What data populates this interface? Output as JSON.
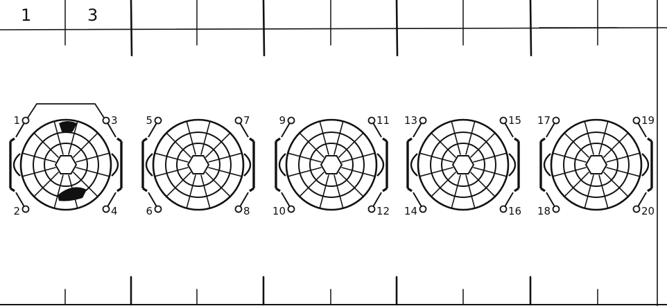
{
  "header": {
    "cells": [
      "1",
      "3"
    ]
  },
  "switches": [
    {
      "id": "1",
      "pins": [
        "1",
        "3",
        "2",
        "4"
      ],
      "bridge": true,
      "contacts_marked": true
    },
    {
      "id": "2",
      "pins": [
        "5",
        "7",
        "6",
        "8"
      ],
      "bridge": false,
      "contacts_marked": false
    },
    {
      "id": "3",
      "pins": [
        "9",
        "11",
        "10",
        "12"
      ],
      "bridge": false,
      "contacts_marked": false
    },
    {
      "id": "4",
      "pins": [
        "13",
        "15",
        "14",
        "16"
      ],
      "bridge": false,
      "contacts_marked": false
    },
    {
      "id": "5",
      "pins": [
        "17",
        "19",
        "18",
        "20"
      ],
      "bridge": false,
      "contacts_marked": false
    }
  ],
  "colors": {
    "ink": "#111111",
    "paper": "#ffffff"
  }
}
